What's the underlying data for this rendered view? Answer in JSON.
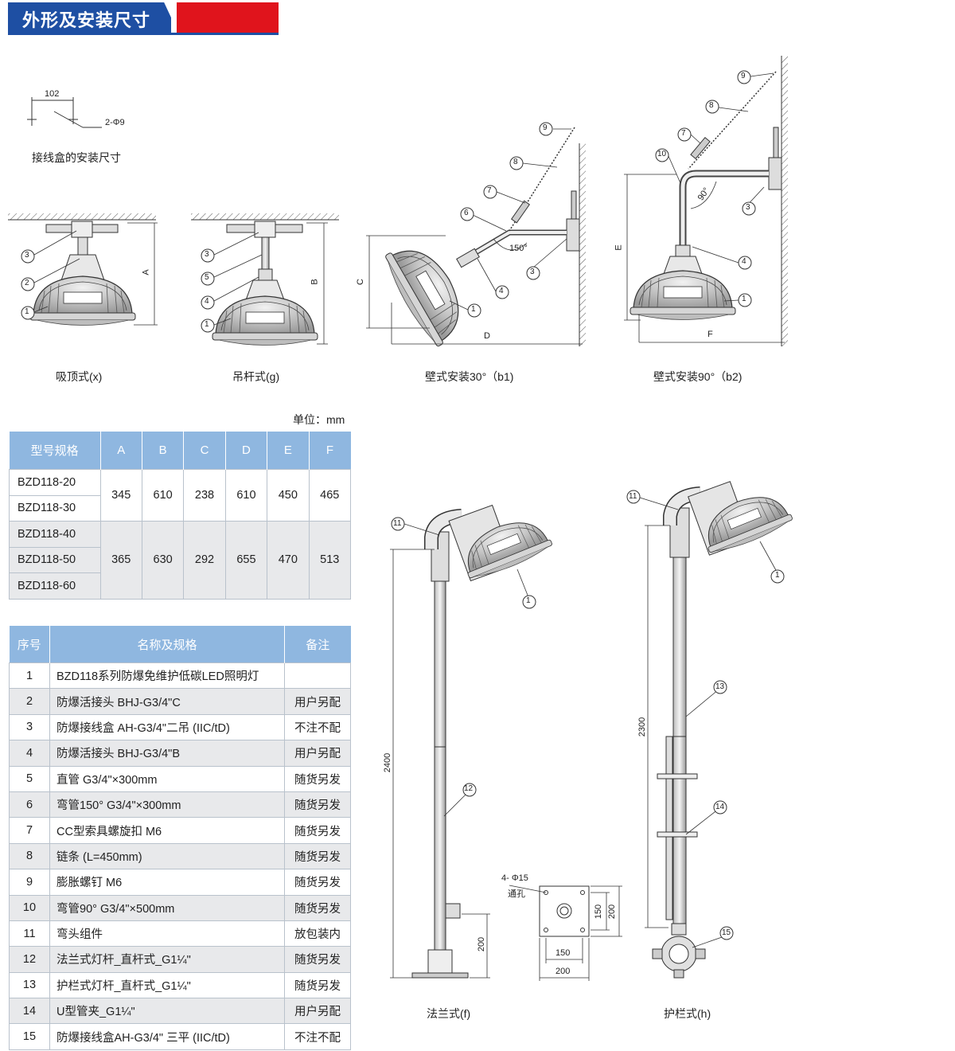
{
  "header": {
    "title": "外形及安装尺寸"
  },
  "junction_box": {
    "dim": "102",
    "holes": "2-Φ9",
    "caption": "接线盒的安装尺寸"
  },
  "drawings": {
    "ceiling": {
      "caption": "吸顶式(x)",
      "dim": "A",
      "callouts": [
        "3",
        "2",
        "1"
      ]
    },
    "pendant": {
      "caption": "吊杆式(g)",
      "dim": "B",
      "callouts": [
        "3",
        "5",
        "4",
        "1"
      ]
    },
    "wall30": {
      "caption": "壁式安装30°（b1)",
      "dims": [
        "C",
        "D"
      ],
      "angle": "150°",
      "callouts": [
        "9",
        "8",
        "7",
        "6",
        "4",
        "3",
        "1"
      ]
    },
    "wall90": {
      "caption": "壁式安装90°（b2)",
      "dims": [
        "E",
        "F"
      ],
      "angle": "90°",
      "callouts": [
        "9",
        "8",
        "7",
        "10",
        "3",
        "4",
        "1"
      ]
    },
    "flange": {
      "caption": "法兰式(f)",
      "dims": [
        "2400",
        "200"
      ],
      "callouts": [
        "11",
        "1",
        "12"
      ]
    },
    "base_plate": {
      "holes": "4- Φ15",
      "holes_note": "通孔",
      "dims": [
        "150",
        "200",
        "150",
        "200"
      ]
    },
    "guardrail": {
      "caption": "护栏式(h)",
      "dim": "2300",
      "callouts": [
        "11",
        "1",
        "13",
        "14",
        "15"
      ]
    }
  },
  "spec_table": {
    "unit": "单位：mm",
    "headers": [
      "型号规格",
      "A",
      "B",
      "C",
      "D",
      "E",
      "F"
    ],
    "models": [
      "BZD118-20",
      "BZD118-30",
      "BZD118-40",
      "BZD118-50",
      "BZD118-60"
    ],
    "group1": [
      "345",
      "610",
      "238",
      "610",
      "450",
      "465"
    ],
    "group2": [
      "365",
      "630",
      "292",
      "655",
      "470",
      "513"
    ]
  },
  "parts_table": {
    "headers": [
      "序号",
      "名称及规格",
      "备注"
    ],
    "rows": [
      {
        "no": "1",
        "name": "BZD118系列防爆免维护低碳LED照明灯",
        "remark": ""
      },
      {
        "no": "2",
        "name": "防爆活接头 BHJ-G3/4\"C",
        "remark": "用户另配"
      },
      {
        "no": "3",
        "name": "防爆接线盒 AH-G3/4\"二吊 (IIC/tD)",
        "remark": "不注不配"
      },
      {
        "no": "4",
        "name": "防爆活接头 BHJ-G3/4\"B",
        "remark": "用户另配"
      },
      {
        "no": "5",
        "name": "直管 G3/4\"×300mm",
        "remark": "随货另发"
      },
      {
        "no": "6",
        "name": "弯管150°  G3/4\"×300mm",
        "remark": "随货另发"
      },
      {
        "no": "7",
        "name": "CC型索具螺旋扣 M6",
        "remark": "随货另发"
      },
      {
        "no": "8",
        "name": "链条 (L=450mm)",
        "remark": "随货另发"
      },
      {
        "no": "9",
        "name": "膨胀螺钉 M6",
        "remark": "随货另发"
      },
      {
        "no": "10",
        "name": "弯管90°  G3/4\"×500mm",
        "remark": "随货另发"
      },
      {
        "no": "11",
        "name": "弯头组件",
        "remark": "放包装内"
      },
      {
        "no": "12",
        "name": "法兰式灯杆_直杆式_G1¼\"",
        "remark": "随货另发"
      },
      {
        "no": "13",
        "name": "护栏式灯杆_直杆式_G1¼\"",
        "remark": "随货另发"
      },
      {
        "no": "14",
        "name": "U型管夹_G1¼\"",
        "remark": "用户另配"
      },
      {
        "no": "15",
        "name": "防爆接线盒AH-G3/4\" 三平 (IIC/tD)",
        "remark": "不注不配"
      }
    ]
  }
}
